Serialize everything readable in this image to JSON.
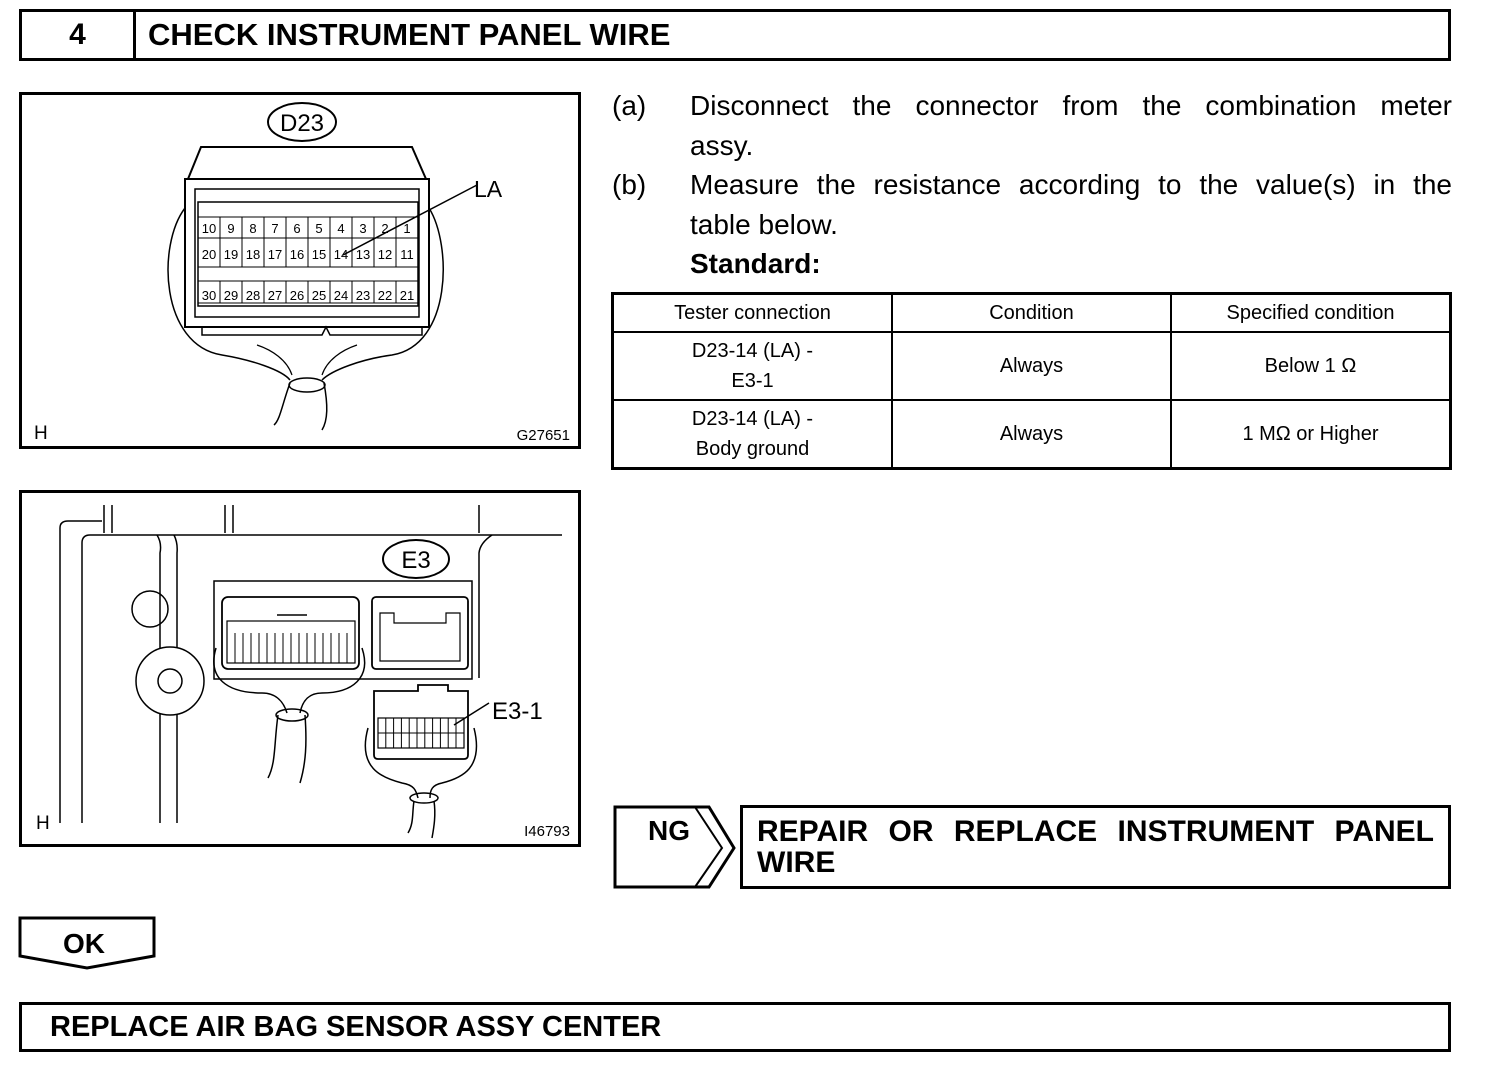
{
  "step": {
    "number": "4",
    "title": "CHECK INSTRUMENT PANEL WIRE"
  },
  "figure1": {
    "connector_label": "D23",
    "pin_label": "LA",
    "corner_label": "H",
    "figure_code": "G27651",
    "pins_row1": [
      "10",
      "9",
      "8",
      "7",
      "6",
      "5",
      "4",
      "3",
      "2",
      "1"
    ],
    "pins_row2": [
      "20",
      "19",
      "18",
      "17",
      "16",
      "15",
      "14",
      "13",
      "12",
      "11"
    ],
    "pins_row3": [
      "30",
      "29",
      "28",
      "27",
      "26",
      "25",
      "24",
      "23",
      "22",
      "21"
    ]
  },
  "figure2": {
    "connector_label": "E3",
    "pin_label": "E3-1",
    "corner_label": "H",
    "figure_code": "I46793"
  },
  "instructions": [
    {
      "marker": "(a)",
      "line1": "Disconnect the connector from the combination meter",
      "line2": "assy."
    },
    {
      "marker": "(b)",
      "line1": "Measure the resistance according to the value(s) in the",
      "line2": "table below."
    }
  ],
  "standard_label": "Standard:",
  "spec_table": {
    "headers": [
      "Tester connection",
      "Condition",
      "Specified condition"
    ],
    "rows": [
      {
        "connection_line1": "D23-14 (LA) -",
        "connection_line2": "E3-1",
        "condition": "Always",
        "specified": "Below 1 Ω"
      },
      {
        "connection_line1": "D23-14 (LA) -",
        "connection_line2": "Body ground",
        "condition": "Always",
        "specified": "1 MΩ or Higher"
      }
    ]
  },
  "ng": {
    "label": "NG",
    "action": "REPAIR OR REPLACE INSTRUMENT PANEL WIRE"
  },
  "ok": {
    "label": "OK"
  },
  "final_action": "REPLACE AIR BAG SENSOR ASSY CENTER"
}
